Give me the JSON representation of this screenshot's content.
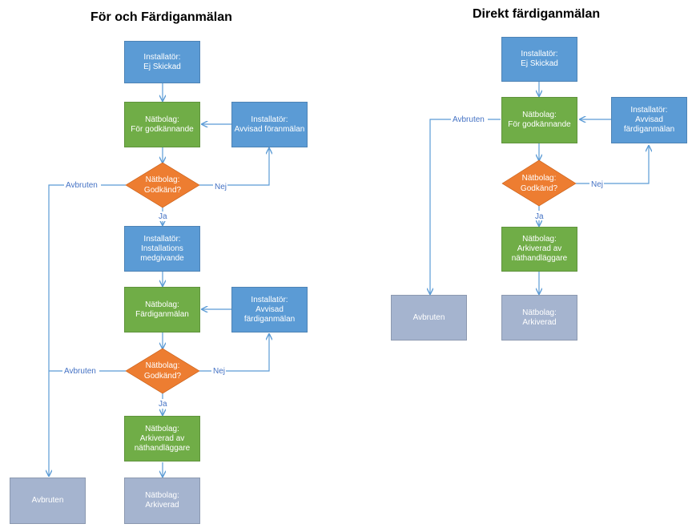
{
  "left": {
    "title": "För och Färdiganmälan",
    "n1": {
      "line1": "Installatör:",
      "line2": "Ej Skickad"
    },
    "n2": {
      "line1": "Nätbolag:",
      "line2": "För godkännande"
    },
    "n3": {
      "line1": "Installatör:",
      "line2": "Avvisad föranmälan"
    },
    "d1": {
      "line1": "Nätbolag:",
      "line2": "Godkänd?"
    },
    "n4": {
      "line1": "Installatör:",
      "line2": "Installations",
      "line3": "medgivande"
    },
    "n5": {
      "line1": "Nätbolag:",
      "line2": "Färdiganmälan"
    },
    "n6": {
      "line1": "Installatör:",
      "line2": "Avvisad",
      "line3": "färdiganmälan"
    },
    "d2": {
      "line1": "Nätbolag:",
      "line2": "Godkänd?"
    },
    "n7": {
      "line1": "Nätbolag:",
      "line2": "Arkiverad av",
      "line3": "näthandläggare"
    },
    "n8": {
      "line1": "Avbruten"
    },
    "n9": {
      "line1": "Nätbolag:",
      "line2": "Arkiverad"
    },
    "labels": {
      "avbruten1": "Avbruten",
      "nej1": "Nej",
      "ja1": "Ja",
      "avbruten2": "Avbruten",
      "nej2": "Nej",
      "ja2": "Ja"
    }
  },
  "right": {
    "title": "Direkt färdiganmälan",
    "n1": {
      "line1": "Installatör:",
      "line2": "Ej Skickad"
    },
    "n2": {
      "line1": "Nätbolag:",
      "line2": "För godkännande"
    },
    "n3": {
      "line1": "Installatör:",
      "line2": "Avvisad",
      "line3": "färdiganmälan"
    },
    "d1": {
      "line1": "Nätbolag:",
      "line2": "Godkänd?"
    },
    "n4": {
      "line1": "Nätbolag:",
      "line2": "Arkiverad av",
      "line3": "näthandläggare"
    },
    "n5": {
      "line1": "Avbruten"
    },
    "n6": {
      "line1": "Nätbolag:",
      "line2": "Arkiverad"
    },
    "labels": {
      "avbruten": "Avbruten",
      "nej": "Nej",
      "ja": "Ja"
    }
  },
  "colors": {
    "blue": "#5b9bd5",
    "green": "#70ad47",
    "orange": "#ed7d31",
    "grey": "#a5b4cf",
    "connector": "#5b9bd5"
  }
}
